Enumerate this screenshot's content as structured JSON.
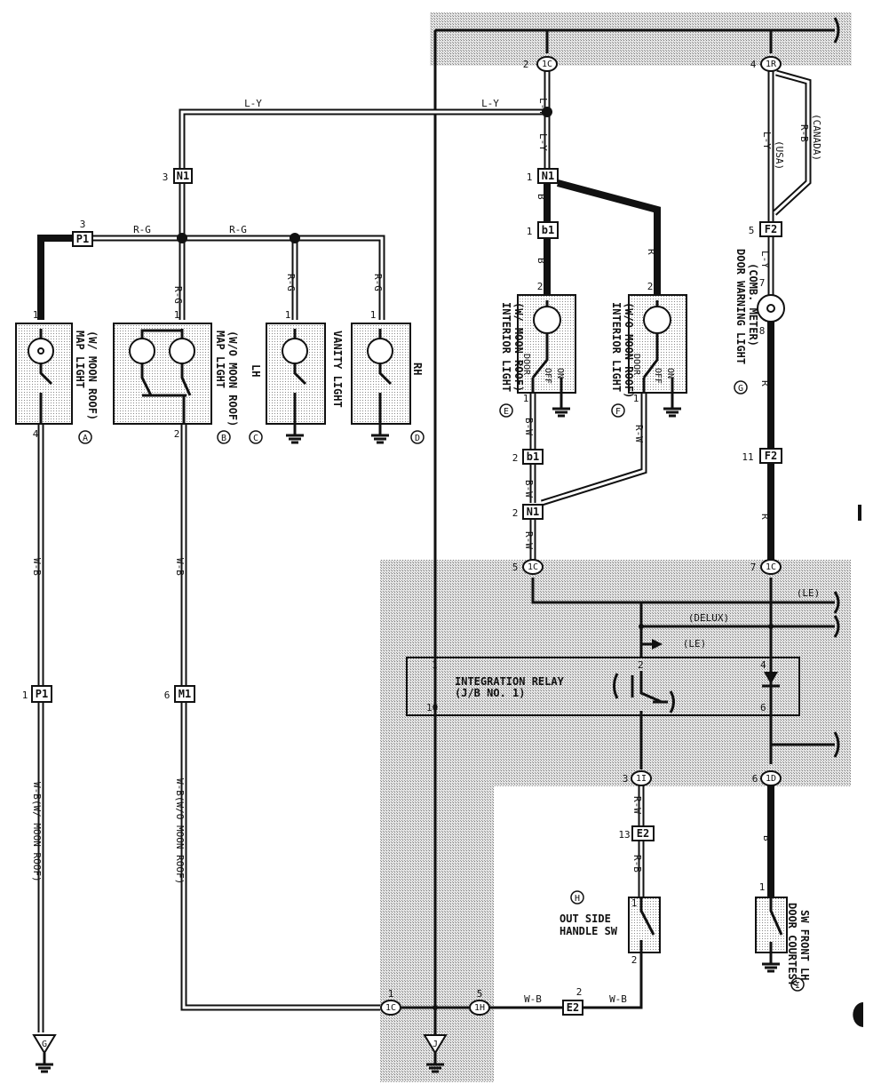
{
  "wire_colors": {
    "l_y": "L-Y",
    "r_g": "R-G",
    "r": "R",
    "w_b": "W-B",
    "b": "B",
    "b_w": "B-W",
    "r_w": "R-W",
    "r_b": "R-B",
    "usa": "(USA)",
    "canada": "(CANADA)"
  },
  "connectors": {
    "c1c_top": {
      "pin": "2",
      "name": "1C"
    },
    "c1r_top": {
      "pin": "4",
      "name": "1R"
    },
    "n1_left": {
      "pin": "3",
      "name": "N1"
    },
    "n1_right": {
      "pin": "1",
      "name": "N1"
    },
    "p1_top": {
      "pin": "3",
      "name": "P1"
    },
    "b1_top": {
      "pin": "1",
      "name": "b1"
    },
    "f2_top": {
      "pin": "5",
      "name": "F2"
    },
    "b1_bot": {
      "pin": "2",
      "name": "b1"
    },
    "n1_bot": {
      "pin": "2",
      "name": "N1"
    },
    "c1c_mid": {
      "pin": "5",
      "name": "1C"
    },
    "f2_bot": {
      "pin": "11",
      "name": "F2"
    },
    "c1c_mid2": {
      "pin": "7",
      "name": "1C"
    },
    "p1_bot": {
      "pin": "1",
      "name": "P1"
    },
    "m1_bot": {
      "pin": "6",
      "name": "M1"
    },
    "c1i_low": {
      "pin": "3",
      "name": "1I"
    },
    "c1d_low": {
      "pin": "6",
      "name": "1D"
    },
    "e2_top": {
      "pin": "13",
      "name": "E2"
    },
    "c1c_bot": {
      "pin": "1",
      "name": "1C"
    },
    "c1h_bot": {
      "pin": "5",
      "name": "1H"
    },
    "e2_bot": {
      "pin": "2",
      "name": "E2"
    }
  },
  "components": {
    "map_light_a": {
      "label1": "MAP LIGHT",
      "label2": "(W/ MOON ROOF)",
      "letter": "A",
      "pin_top": "1",
      "pin_bot": "4"
    },
    "map_light_b": {
      "label1": "MAP LIGHT",
      "label2": "(W/O MOON ROOF)",
      "letter": "B",
      "pin_top": "1",
      "pin_bot": "2"
    },
    "vanity_lh": {
      "label": "LH",
      "letter": "C",
      "pin_top": "1"
    },
    "vanity_title": "VANITY LIGHT",
    "vanity_rh": {
      "label": "RH",
      "letter": "D",
      "pin_top": "1"
    },
    "interior_e": {
      "label1": "INTERIOR LIGHT",
      "label2": "(W/ MOON ROOF)",
      "letter": "E",
      "pin_top": "2",
      "pin_bot": "1",
      "door": "DOOR",
      "off": "OFF",
      "on": "ON"
    },
    "interior_f": {
      "label1": "INTERIOR LIGHT",
      "label2": "(W/O MOON ROOF)",
      "letter": "F",
      "pin_top": "2",
      "pin_bot": "1",
      "door": "DOOR",
      "off": "OFF",
      "on": "ON"
    },
    "door_warning": {
      "label1": "DOOR WARNING LIGHT",
      "label2": "(COMB. METER)",
      "letter": "G",
      "pin_top": "7",
      "pin_bot": "8"
    },
    "relay": {
      "label1": "INTEGRATION RELAY",
      "label2": "(J/B NO. 1)",
      "pin1": "1",
      "pin10": "10",
      "pin2": "2",
      "pin4": "4",
      "pin6": "6"
    },
    "outside_handle": {
      "label1": "OUT SIDE",
      "label2": "HANDLE SW",
      "letter": "H",
      "pin_top": "1",
      "pin_bot": "2"
    },
    "door_courtesy": {
      "label1": "DOOR COURTESY",
      "label2": "SW FRONT LH",
      "letter": "I",
      "pin_top": "1"
    }
  },
  "notes": {
    "le1": "(LE)",
    "delux": "(DELUX)",
    "le2": "(LE)",
    "wb_w_moon": "W-B(W/ MOON ROOF)",
    "wb_wo_moon": "W-B(W/O MOON ROOF)",
    "ground_g": "G",
    "ground_j": "J"
  }
}
